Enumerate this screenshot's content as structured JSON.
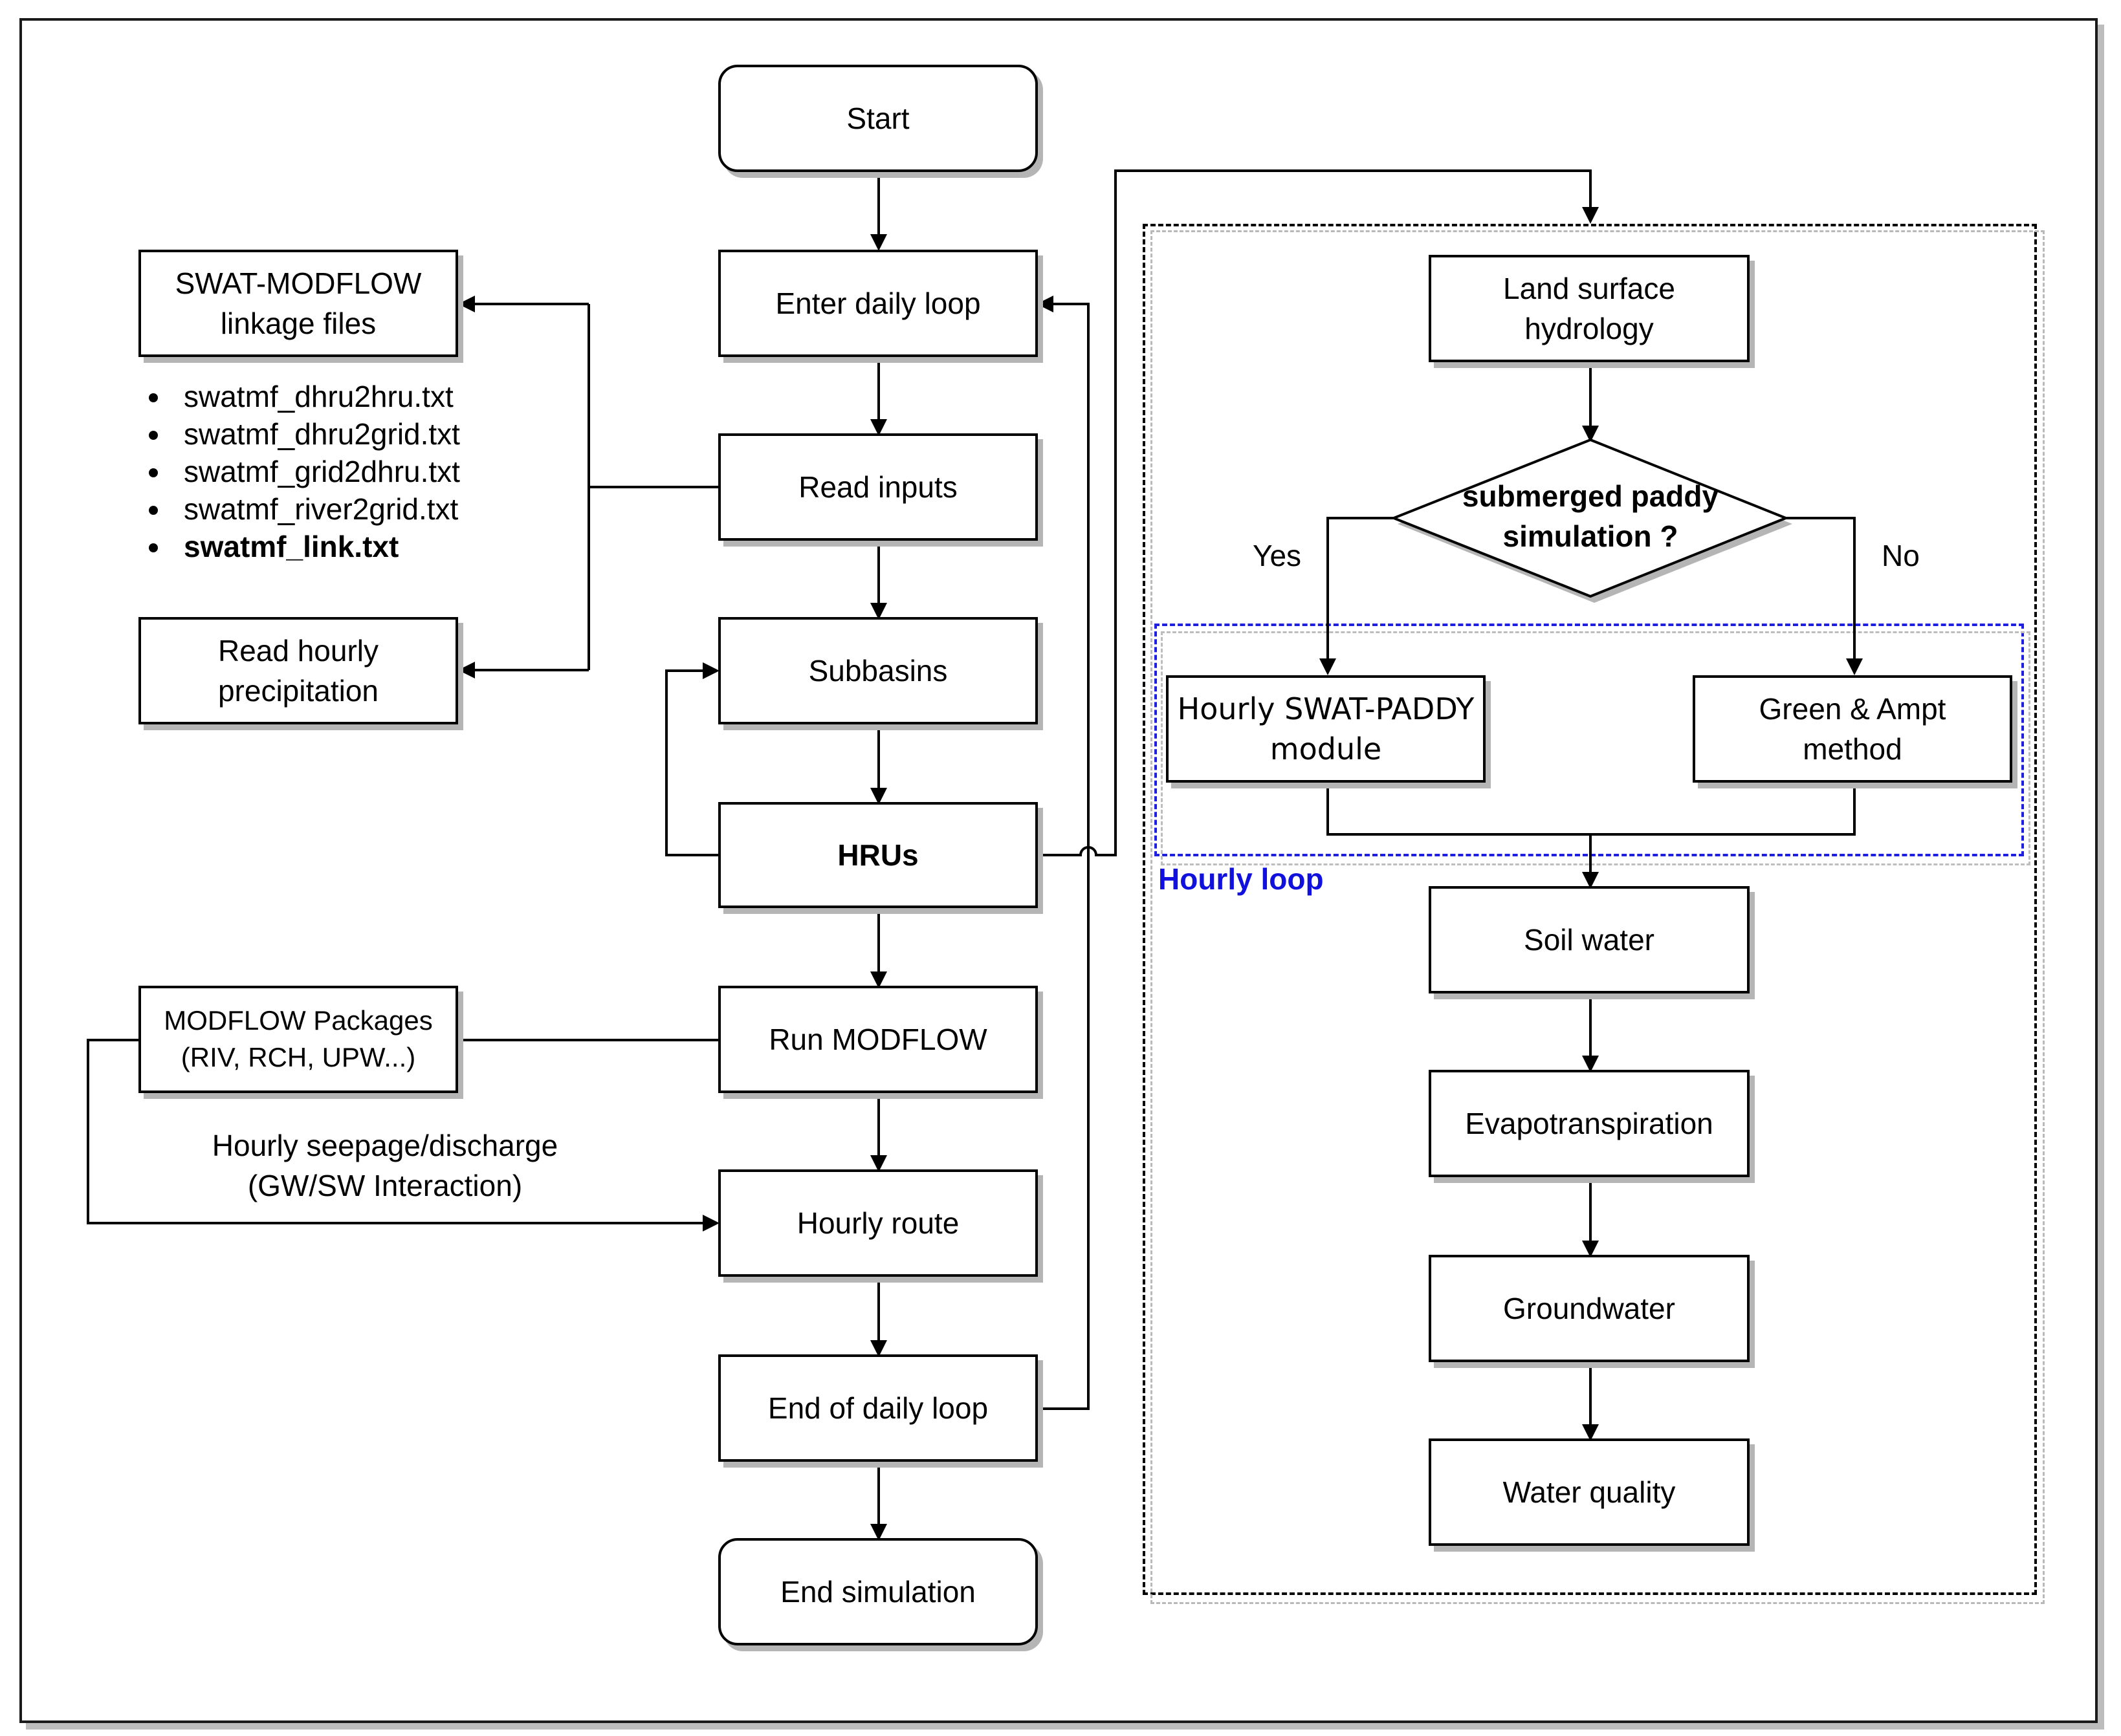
{
  "nodes": {
    "start": "Start",
    "enter_daily_loop": "Enter daily loop",
    "read_inputs": "Read inputs",
    "subbasins": "Subbasins",
    "hrus": "HRUs",
    "run_modflow": "Run MODFLOW",
    "hourly_route": "Hourly route",
    "end_daily_loop": "End of daily loop",
    "end_simulation": "End simulation",
    "linkage_files": "SWAT-MODFLOW\nlinkage files",
    "read_hourly_precip": "Read hourly\nprecipitation",
    "modflow_packages": "MODFLOW Packages\n(RIV, RCH, UPW...)",
    "land_surface_hydrology": "Land surface\nhydrology",
    "decision": "submerged paddy\nsimulation ?",
    "swat_paddy": "Hourly SWAT-PADDY\nmodule",
    "green_ampt": "Green & Ampt\nmethod",
    "soil_water": "Soil water",
    "evapotranspiration": "Evapotranspiration",
    "groundwater": "Groundwater",
    "water_quality": "Water quality"
  },
  "linkage_file_list": [
    "swatmf_dhru2hru.txt",
    "swatmf_dhru2grid.txt",
    "swatmf_grid2dhru.txt",
    "swatmf_river2grid.txt",
    "swatmf_link.txt"
  ],
  "labels": {
    "yes": "Yes",
    "no": "No",
    "hourly_loop": "Hourly loop",
    "seepage": "Hourly seepage/discharge\n(GW/SW Interaction)"
  },
  "colors": {
    "line": "#000000",
    "shadow": "#b5b5b5",
    "hourly_loop_accent": "#1111dd"
  }
}
